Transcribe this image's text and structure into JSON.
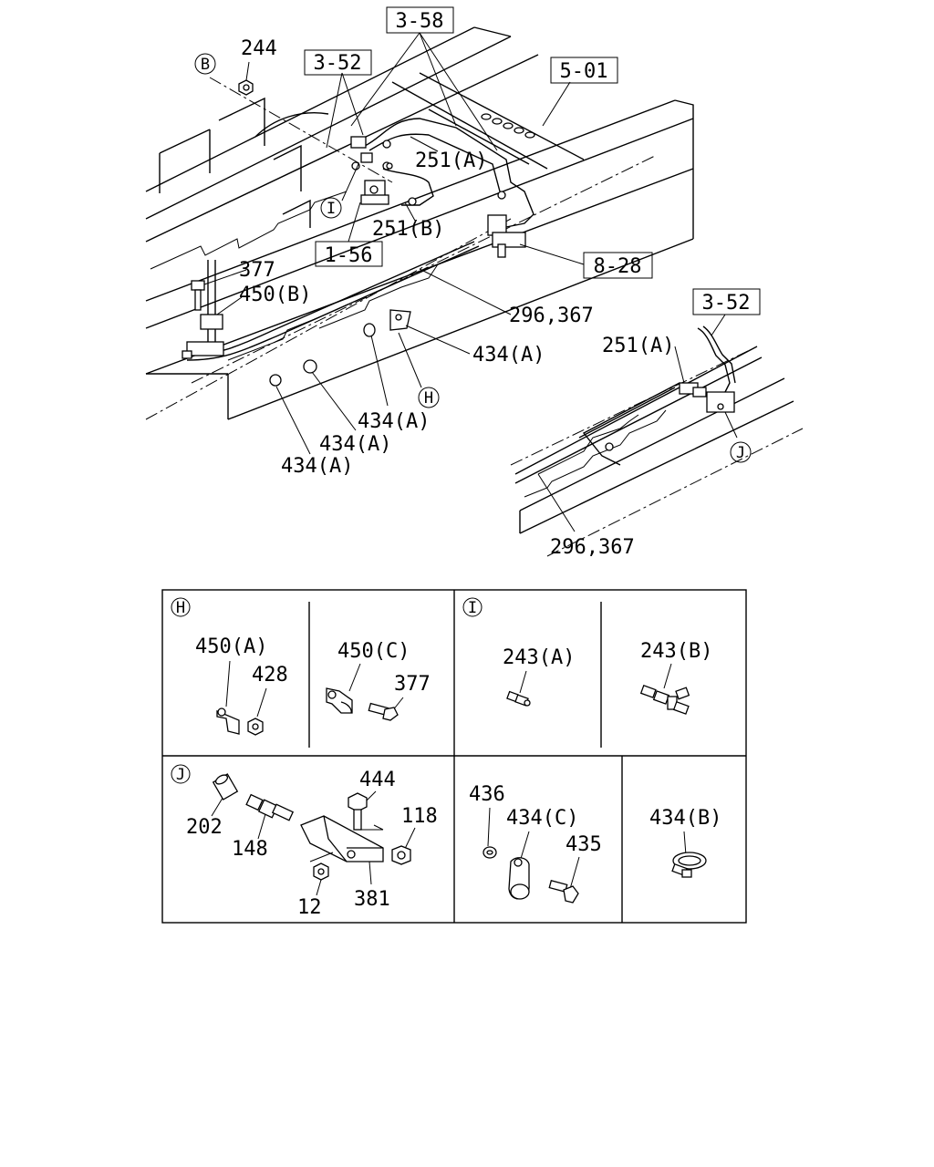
{
  "refs": {
    "r358": "3-58",
    "r352a": "3-52",
    "r501": "5-01",
    "r156": "1-56",
    "r828": "8-28",
    "r352b": "3-52"
  },
  "callouts": {
    "c244": "244",
    "c251a_1": "251(A)",
    "c251b": "251(B)",
    "c377_main": "377",
    "c450b": "450(B)",
    "c296_1": "296,367",
    "c434a_1": "434(A)",
    "c434a_2": "434(A)",
    "c434a_3": "434(A)",
    "c434a_4": "434(A)",
    "c251a_2": "251(A)",
    "c296_2": "296,367"
  },
  "markers": {
    "B": "B",
    "I": "I",
    "H": "H",
    "J": "J"
  },
  "detail": {
    "H": {
      "marker": "H",
      "p450a": "450(A)",
      "p428": "428",
      "p450c": "450(C)",
      "p377": "377"
    },
    "I": {
      "marker": "I",
      "p243a": "243(A)",
      "p243b": "243(B)"
    },
    "J": {
      "marker": "J",
      "p202": "202",
      "p148": "148",
      "p444": "444",
      "p118": "118",
      "p12": "12",
      "p381": "381"
    },
    "K": {
      "p436": "436",
      "p434c": "434(C)",
      "p435": "435"
    },
    "L": {
      "p434b": "434(B)"
    }
  }
}
